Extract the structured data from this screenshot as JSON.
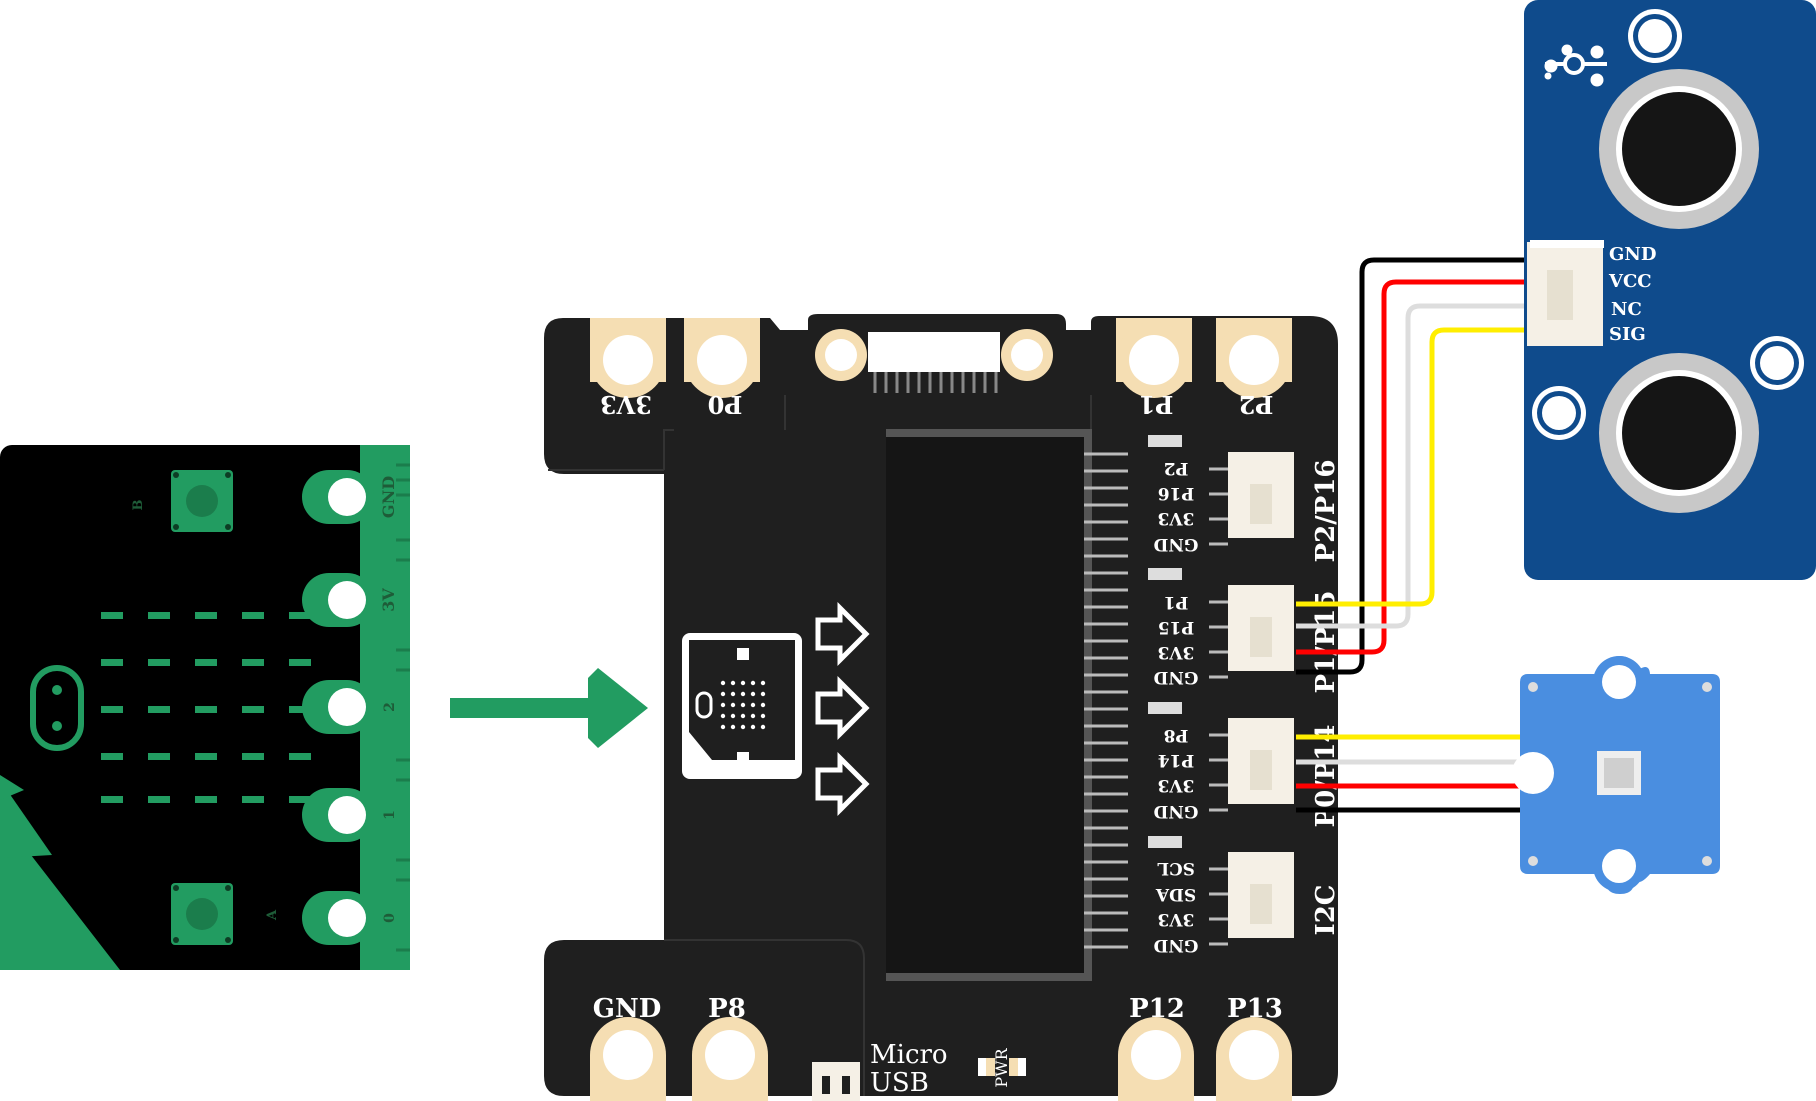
{
  "colors": {
    "microbit_green": "#229c61",
    "microbit_black": "#000000",
    "board_black": "#1f1f1f",
    "pad_gold": "#f5deb3",
    "ultrasonic_blue": "#0f4b8c",
    "led_module_blue": "#4a8ee0",
    "wire_black": "#000000",
    "wire_red": "#ff0000",
    "wire_white": "#dddddd",
    "wire_yellow": "#ffee00",
    "arrow_green": "#229c61"
  },
  "microbit": {
    "button_a": "A",
    "button_b": "B",
    "pins": [
      "GND",
      "3V",
      "2",
      "1",
      "0"
    ]
  },
  "board": {
    "top_pads": [
      "3V3",
      "P0",
      "P1",
      "P2"
    ],
    "bottom_pads": [
      "GND",
      "P8",
      "P12",
      "P13"
    ],
    "micro_usb": [
      "Micro",
      "USB"
    ],
    "pwr": "PWR",
    "ports": [
      {
        "name": "P2/P16",
        "pins": [
          "P2",
          "P16",
          "3V3",
          "GND"
        ]
      },
      {
        "name": "P1/P15",
        "pins": [
          "P1",
          "P15",
          "3V3",
          "GND"
        ]
      },
      {
        "name": "P0/P14",
        "pins": [
          "P8",
          "P14",
          "3V3",
          "GND"
        ]
      },
      {
        "name": "I2C",
        "pins": [
          "SCL",
          "SDA",
          "3V3",
          "GND"
        ]
      }
    ]
  },
  "ultrasonic": {
    "pins": [
      "GND",
      "VCC",
      "NC",
      "SIG"
    ]
  }
}
